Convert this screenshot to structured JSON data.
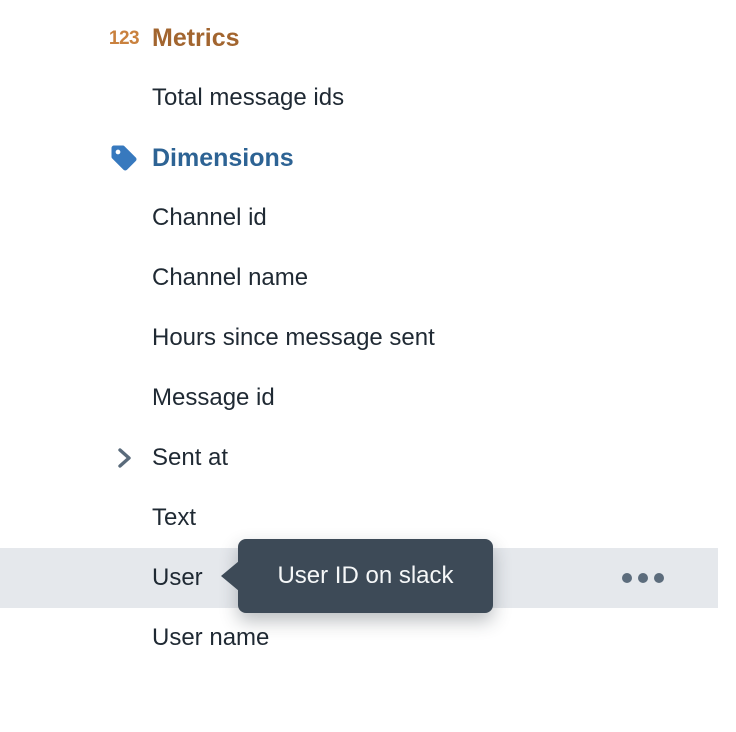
{
  "tree": {
    "rows": [
      {
        "type": "header",
        "label": "Metrics",
        "icon": "numeric-123-icon",
        "icon_glyph": "123"
      },
      {
        "type": "item",
        "label": "Total message ids"
      },
      {
        "type": "header",
        "label": "Dimensions",
        "icon": "tag-icon"
      },
      {
        "type": "item",
        "label": "Channel id"
      },
      {
        "type": "item",
        "label": "Channel name"
      },
      {
        "type": "item",
        "label": "Hours since message sent"
      },
      {
        "type": "item",
        "label": "Message id"
      },
      {
        "type": "item",
        "label": "Sent at",
        "icon": "chevron-right-icon",
        "expandable": true
      },
      {
        "type": "item",
        "label": "Text"
      },
      {
        "type": "item",
        "label": "User",
        "state": "hovered",
        "tooltip": "User ID on slack",
        "menu_icon": "more-options-icon"
      },
      {
        "type": "item",
        "label": "User name"
      }
    ]
  },
  "tooltip": {
    "text": "User ID on slack"
  },
  "colors": {
    "metrics_header": "#a2652f",
    "metrics_badge": "#c9813e",
    "dimensions_header": "#2d6394",
    "tag_fill": "#3779be",
    "item_text": "#1f2933",
    "chevron": "#5a6b7b",
    "hover_row_bg": "#e5e8ec",
    "tooltip_bg": "#3d4a57",
    "tooltip_text": "#f5f7f8",
    "more_dots": "#5c6c7c"
  }
}
